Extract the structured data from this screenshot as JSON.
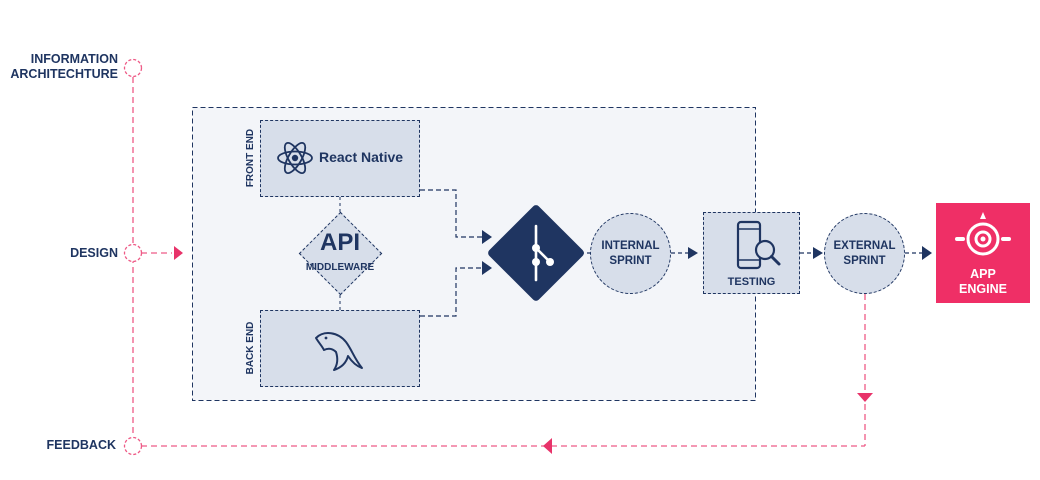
{
  "labels": {
    "information_architecture": "INFORMATION ARCHITECHTURE",
    "design": "DESIGN",
    "feedback": "FEEDBACK"
  },
  "stack": {
    "front_end": "FRONT END",
    "back_end": "BACK END",
    "react_native": "React Native",
    "api": "API",
    "middleware": "MIDDLEWARE"
  },
  "flow": {
    "internal_sprint": "INTERNAL SPRINT",
    "testing": "TESTING",
    "external_sprint": "EXTERNAL SPRINT",
    "app_engine": "APP ENGINE"
  },
  "colors": {
    "navy": "#1f3561",
    "light": "#d7deea",
    "panel": "#f3f5f9",
    "pink": "#e8336a",
    "pink_line": "#ee5a86"
  },
  "icons": {
    "react": "react-atom-icon",
    "db": "mysql-dolphin-icon",
    "git": "git-branch-icon",
    "test": "mobile-magnifier-icon",
    "engine": "app-engine-icon"
  }
}
